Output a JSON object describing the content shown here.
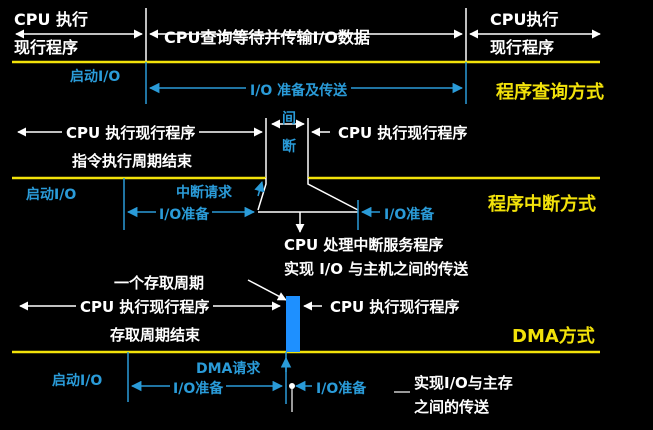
{
  "colors": {
    "background": "#000000",
    "timeline": "#f2e20a",
    "annotation": "#2a9bd8",
    "text": "#ffffff",
    "title": "#f2e20a",
    "dma_bar": "#1e90ff"
  },
  "section1": {
    "title": "程序查询方式",
    "cpu_left_line1": "CPU 执行",
    "cpu_left_line2": "现行程序",
    "cpu_mid": "CPU查询等待并传输I/O数据",
    "cpu_right_line1": "CPU执行",
    "cpu_right_line2": "现行程序",
    "start_io": "启动I/O",
    "io_span": "I/O 准备及传送"
  },
  "section2": {
    "title": "程序中断方式",
    "cpu_left": "CPU  执行现行程序",
    "cycle_end": "指令执行周期结束",
    "gap_char1": "间",
    "gap_char2": "断",
    "cpu_right": "CPU  执行现行程序",
    "interrupt_request": "中断请求",
    "start_io": "启动I/O",
    "io_ready_left": "I/O准备",
    "io_ready_right": "I/O准备",
    "isr_line1": "CPU 处理中断服务程序",
    "isr_line2": "实现 I/O 与主机之间的传送"
  },
  "section3": {
    "title": "DMA方式",
    "access_cycle": "一个存取周期",
    "cpu_left": "CPU  执行现行程序",
    "cycle_end": "存取周期结束",
    "cpu_right": "CPU  执行现行程序",
    "dma_request": "DMA请求",
    "start_io": "启动I/O",
    "io_ready_left": "I/O准备",
    "io_ready_right": "I/O准备",
    "transfer_line1": "实现I/O与主存",
    "transfer_line2": "之间的传送"
  }
}
